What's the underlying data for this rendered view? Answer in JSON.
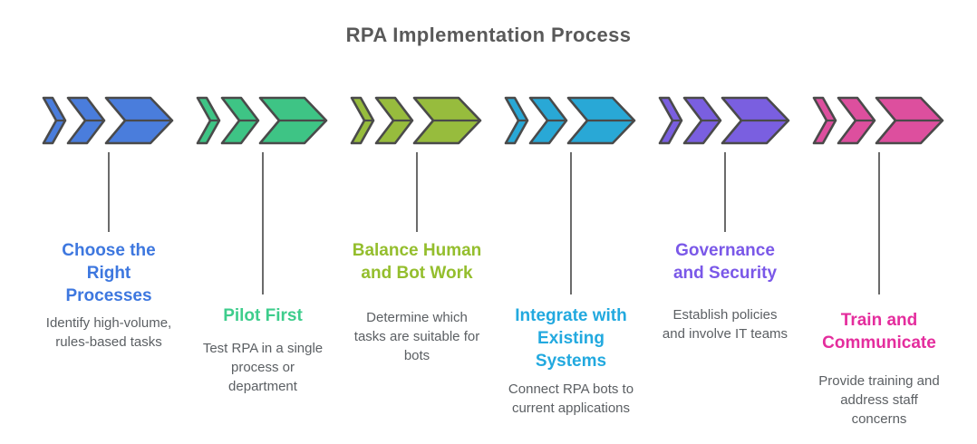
{
  "title": "RPA Implementation Process",
  "style_colors": {
    "background": "#FFFFFF",
    "title_text": "#595959",
    "description_text": "#5B5F63",
    "shape_outline": "#4A4A4A",
    "connector_line": "#6B6B6B"
  },
  "steps": [
    {
      "id": "choose-the-right-processes",
      "heading": "Choose the\nRight\nProcesses",
      "description": "Identify high-volume,\nrules-based tasks",
      "chevron_color": "#4A7DDC",
      "heading_color": "#3D77DF",
      "text_position": "top"
    },
    {
      "id": "pilot-first",
      "heading": "Pilot First",
      "description": "Test RPA in a single\nprocess or\ndepartment",
      "chevron_color": "#3EC485",
      "heading_color": "#3ECD8C",
      "text_position": "bottom"
    },
    {
      "id": "balance-human-and-bot-work",
      "heading": "Balance Human\nand Bot Work",
      "description": "Determine which\ntasks are suitable for\nbots",
      "chevron_color": "#97BC3D",
      "heading_color": "#94BE2D",
      "text_position": "top"
    },
    {
      "id": "integrate-with-existing-systems",
      "heading": "Integrate with\nExisting\nSystems",
      "description": "Connect RPA bots to\ncurrent applications",
      "chevron_color": "#29A8D6",
      "heading_color": "#22A9DF",
      "text_position": "bottom"
    },
    {
      "id": "governance-and-security",
      "heading": "Governance\nand Security",
      "description": "Establish policies\nand involve IT teams",
      "chevron_color": "#7A5FE0",
      "heading_color": "#7A58E8",
      "text_position": "top"
    },
    {
      "id": "train-and-communicate",
      "heading": "Train and\nCommunicate",
      "description": "Provide training and\naddress staff\nconcerns",
      "chevron_color": "#DD4F9E",
      "heading_color": "#E42D9D",
      "text_position": "bottom"
    }
  ]
}
